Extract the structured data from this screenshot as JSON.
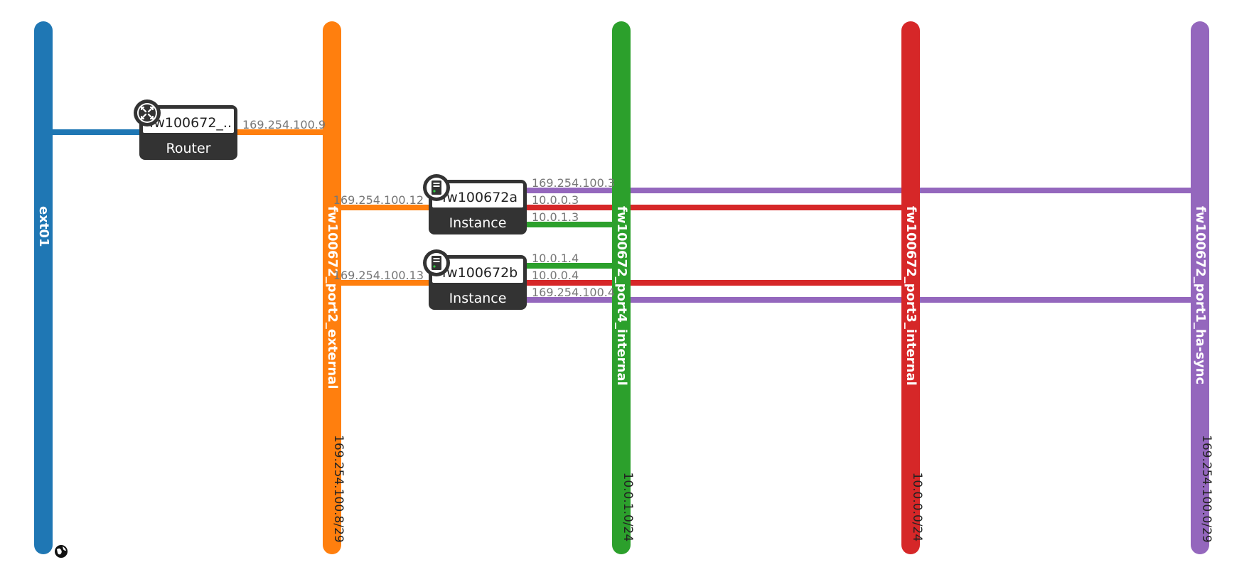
{
  "networks": [
    {
      "id": "ext01",
      "name": "ext01",
      "cidr": "",
      "color": "#1f77b4",
      "external": true
    },
    {
      "id": "port2",
      "name": "fw100672_port2_external",
      "cidr": "169.254.100.8/29",
      "color": "#ff7f0e"
    },
    {
      "id": "port4",
      "name": "fw100672_port4_internal",
      "cidr": "10.0.1.0/24",
      "color": "#2ca02c"
    },
    {
      "id": "port3",
      "name": "fw100672_port3_internal",
      "cidr": "10.0.0.0/24",
      "color": "#d62728"
    },
    {
      "id": "port1",
      "name": "fw100672_port1_ha-sync",
      "cidr": "169.254.100.0/29",
      "color": "#9467bd"
    }
  ],
  "nodes": [
    {
      "id": "router",
      "name": "fw100672_..",
      "type": "Router",
      "icon": "router-icon"
    },
    {
      "id": "inst_a",
      "name": "fw100672a",
      "type": "Instance",
      "icon": "server-icon"
    },
    {
      "id": "inst_b",
      "name": "fw100672b",
      "type": "Instance",
      "icon": "server-icon"
    }
  ],
  "ports": [
    {
      "node": "router",
      "network": "ext01",
      "ip": ""
    },
    {
      "node": "router",
      "network": "port2",
      "ip": "169.254.100.9"
    },
    {
      "node": "inst_a",
      "network": "port2",
      "ip": "169.254.100.12"
    },
    {
      "node": "inst_a",
      "network": "port1",
      "ip": "169.254.100.3"
    },
    {
      "node": "inst_a",
      "network": "port3",
      "ip": "10.0.0.3"
    },
    {
      "node": "inst_a",
      "network": "port4",
      "ip": "10.0.1.3"
    },
    {
      "node": "inst_b",
      "network": "port2",
      "ip": "169.254.100.13"
    },
    {
      "node": "inst_b",
      "network": "port4",
      "ip": "10.0.1.4"
    },
    {
      "node": "inst_b",
      "network": "port3",
      "ip": "10.0.0.4"
    },
    {
      "node": "inst_b",
      "network": "port1",
      "ip": "169.254.100.4"
    }
  ],
  "external_icon": "globe-icon"
}
